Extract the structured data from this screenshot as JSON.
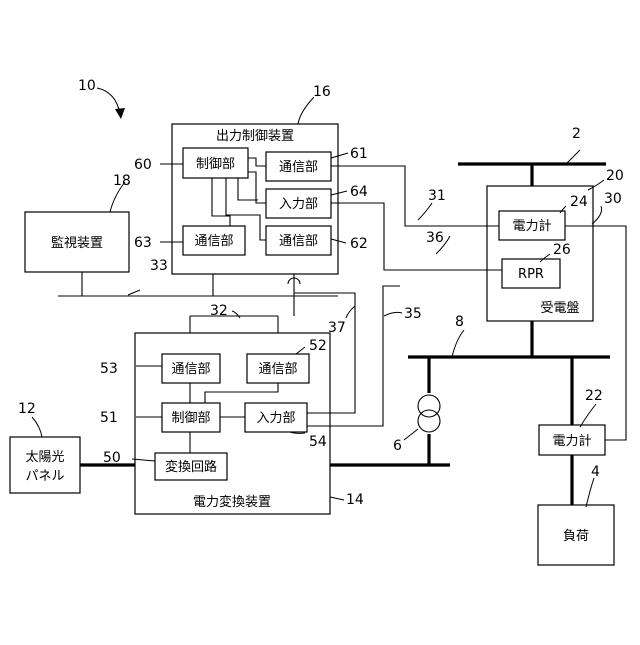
{
  "devices": {
    "output_control": {
      "label": "出力制御装置",
      "ref": "16"
    },
    "control_unit_60": {
      "label": "制御部",
      "ref": "60"
    },
    "comm_61": {
      "label": "通信部",
      "ref": "61"
    },
    "input_64": {
      "label": "入力部",
      "ref": "64"
    },
    "comm_62": {
      "label": "通信部",
      "ref": "62"
    },
    "comm_63": {
      "label": "通信部",
      "ref": "63"
    },
    "monitor": {
      "label": "監視装置",
      "ref": "18"
    },
    "power_conversion": {
      "label": "電力変換装置",
      "ref": "14"
    },
    "comm_53": {
      "label": "通信部",
      "ref": "53"
    },
    "comm_52": {
      "label": "通信部",
      "ref": "52"
    },
    "control_unit_51": {
      "label": "制御部",
      "ref": "51"
    },
    "input_54": {
      "label": "入力部",
      "ref": "54"
    },
    "conversion_circuit": {
      "label": "変換回路",
      "ref": "50"
    },
    "solar_panel": {
      "label_line1": "太陽光",
      "label_line2": "パネル",
      "ref": "12"
    },
    "receiving_panel": {
      "label": "受電盤",
      "ref": "20"
    },
    "power_meter_24": {
      "label": "電力計",
      "ref": "24"
    },
    "rpr": {
      "label": "RPR",
      "ref": "26"
    },
    "power_meter_22": {
      "label": "電力計",
      "ref": "22"
    },
    "load": {
      "label": "負荷",
      "ref": "4"
    }
  },
  "refs": {
    "system": "10",
    "grid": "2",
    "line_30": "30",
    "line_31": "31",
    "line_32": "32",
    "line_33": "33",
    "line_35": "35",
    "line_36": "36",
    "line_37": "37",
    "bus_8": "8",
    "transformer": "6"
  }
}
